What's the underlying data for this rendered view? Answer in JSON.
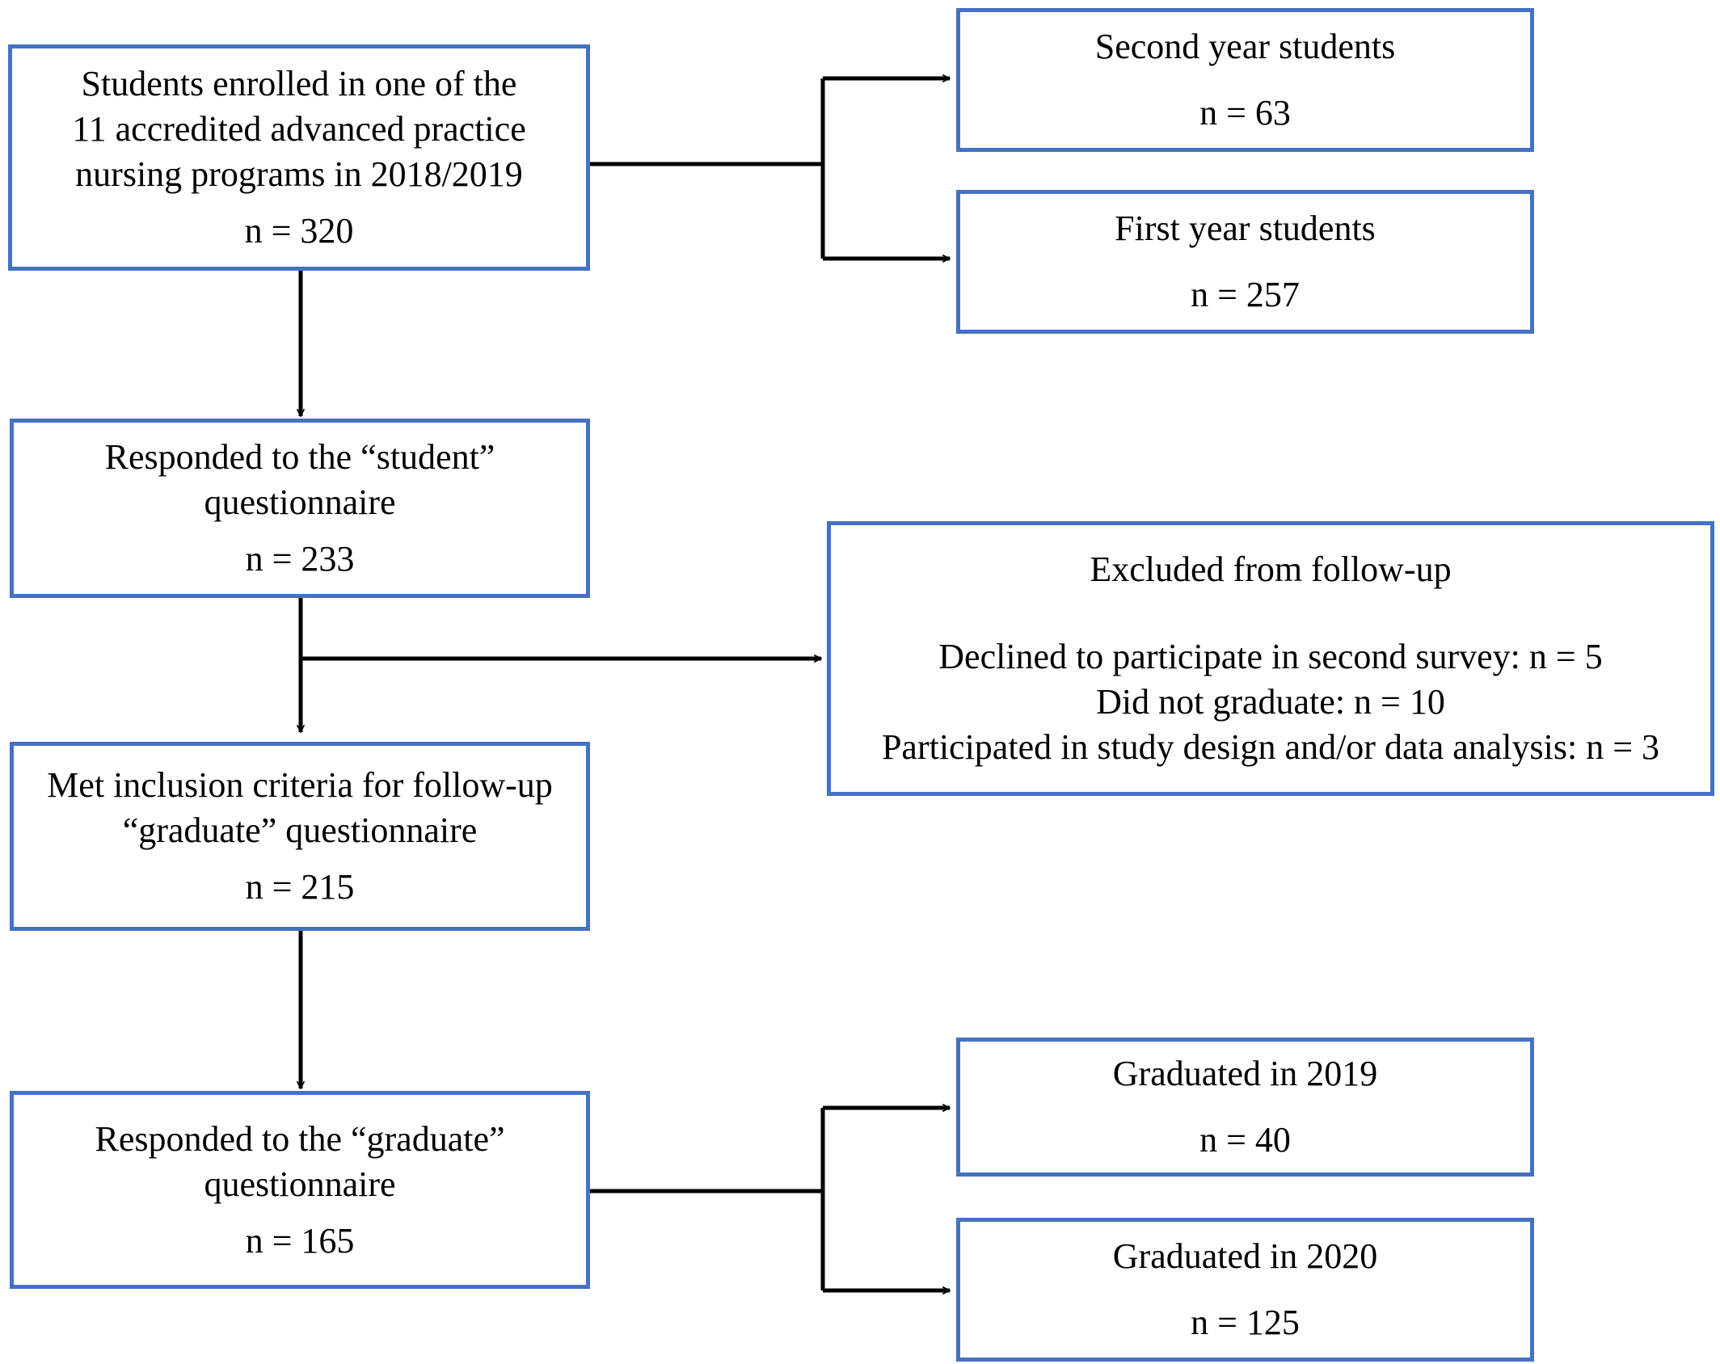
{
  "nodes": {
    "enrolled": {
      "lines": [
        "Students enrolled in one of the",
        "11 accredited advanced practice",
        "nursing programs in 2018/2019"
      ],
      "count": "n = 320"
    },
    "second_year": {
      "lines": [
        "Second year students"
      ],
      "count": "n = 63"
    },
    "first_year": {
      "lines": [
        "First year students"
      ],
      "count": "n = 257"
    },
    "responded_student": {
      "lines": [
        "Responded to the “student”",
        "questionnaire"
      ],
      "count": "n = 233"
    },
    "excluded": {
      "title": "Excluded from follow-up",
      "lines": [
        "Declined to participate in second survey: n = 5",
        "Did not graduate: n = 10",
        "Participated in study design and/or data analysis: n = 3"
      ]
    },
    "met_inclusion": {
      "lines": [
        "Met inclusion criteria for follow-up",
        "“graduate” questionnaire"
      ],
      "count": "n = 215"
    },
    "responded_graduate": {
      "lines": [
        "Responded to the “graduate”",
        "questionnaire"
      ],
      "count": "n = 165"
    },
    "grad_2019": {
      "lines": [
        "Graduated in 2019"
      ],
      "count": "n = 40"
    },
    "grad_2020": {
      "lines": [
        "Graduated in 2020"
      ],
      "count": "n = 125"
    }
  },
  "colors": {
    "box_border": "#4472c4",
    "arrow": "#000000",
    "text": "#000000"
  }
}
